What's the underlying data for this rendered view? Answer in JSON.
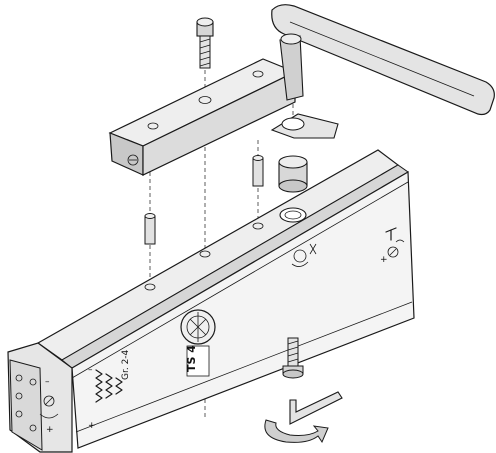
{
  "labels": {
    "model": "TS 4",
    "size_range": "Gr. 2-4",
    "plus": "+",
    "minus": "–"
  },
  "colors": {
    "stroke": "#1a1a1a",
    "light": "#eeeeee",
    "mid": "#d6d6d6",
    "dark": "#b8b8b8",
    "arrow": "#cfcfcf"
  },
  "parts": [
    {
      "name": "allen-bolt-top",
      "icon": "bolt"
    },
    {
      "name": "arm-mount-block",
      "icon": "block"
    },
    {
      "name": "door-closer-arm",
      "icon": "arm"
    },
    {
      "name": "locking-clip",
      "icon": "clip"
    },
    {
      "name": "spring-sleeve",
      "icon": "sleeve"
    },
    {
      "name": "pin",
      "icon": "pin"
    },
    {
      "name": "door-closer-body",
      "icon": "body"
    },
    {
      "name": "allen-bolt-bottom",
      "icon": "bolt"
    },
    {
      "name": "allen-key",
      "icon": "hex-key"
    },
    {
      "name": "rotation-arrow",
      "icon": "arrow"
    }
  ]
}
